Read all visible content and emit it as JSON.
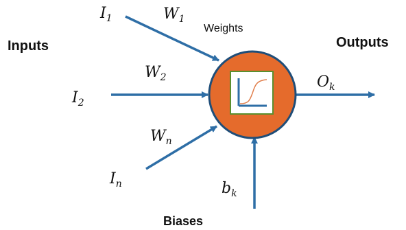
{
  "headings": {
    "inputs": "Inputs",
    "outputs": "Outputs",
    "weights": "Weights",
    "biases": "Biases"
  },
  "symbols": {
    "i1": {
      "base": "I",
      "sub": "1"
    },
    "i2": {
      "base": "I",
      "sub": "2"
    },
    "in": {
      "base": "I",
      "sub": "n"
    },
    "w1": {
      "base": "W",
      "sub": "1"
    },
    "w2": {
      "base": "W",
      "sub": "2"
    },
    "wn": {
      "base": "W",
      "sub": "n"
    },
    "bk": {
      "base": "b",
      "sub": "k"
    },
    "ok": {
      "base": "O",
      "sub": "k"
    }
  },
  "colors": {
    "arrow": "#2E6EA6",
    "neuron_fill": "#E56B2C",
    "neuron_stroke": "#1F4E79",
    "activation_box_border": "#5A8F2F",
    "activation_box_fill": "#FFFFFF",
    "activation_axes": "#2E6EA6",
    "activation_curve": "#E07D4A",
    "text": "#111111"
  }
}
